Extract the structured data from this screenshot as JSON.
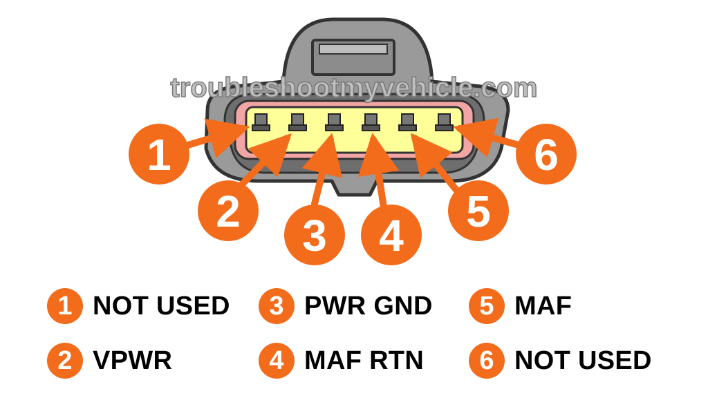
{
  "watermark": "troubleshootmyvehicle.com",
  "colors": {
    "accent": "#f26c1c",
    "connector_body": "#9a9a9a",
    "connector_outline": "#333333",
    "seal": "#f2a5a5",
    "terminal_face": "#ffff99"
  },
  "pins": [
    {
      "number": "1",
      "label": "NOT USED"
    },
    {
      "number": "2",
      "label": "VPWR"
    },
    {
      "number": "3",
      "label": "PWR GND"
    },
    {
      "number": "4",
      "label": "MAF RTN"
    },
    {
      "number": "5",
      "label": "MAF"
    },
    {
      "number": "6",
      "label": "NOT USED"
    }
  ]
}
